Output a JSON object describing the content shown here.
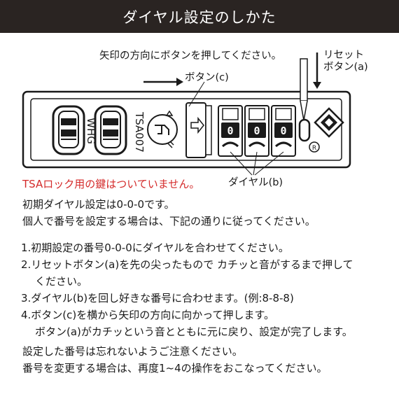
{
  "header": {
    "title": "ダイヤル設定のしかた"
  },
  "diagram": {
    "callout_arrow_direction": "矢印の方向にボタンを押してください。",
    "callout_reset_line1": "リセット",
    "callout_reset_line2": "ボタン(a)",
    "callout_button_c": "ボタン(c)",
    "callout_dial": "ダイヤル(b)",
    "lock_brand": "WHG",
    "lock_model": "TSA007",
    "dial_values": [
      "0",
      "0",
      "0"
    ],
    "registered_mark": "R"
  },
  "notice": "TSAロック用の鍵はついていません。",
  "intro": [
    "初期ダイヤル設定は0-0-0です。",
    "個人で番号を設定する場合は、下記の通りに従ってください。"
  ],
  "steps": [
    {
      "lines": [
        "1.初期設定の番号0-0-0にダイヤルを合わせてください。"
      ]
    },
    {
      "lines": [
        "2.リセットボタン(a)を先の尖ったもので カチッと音がするまで押して",
        "ください。"
      ]
    },
    {
      "lines": [
        "3.ダイヤル(b)を回し好きな番号に合わせます。(例:8-8-8)"
      ]
    },
    {
      "lines": [
        "4.ボタン(c)を横から矢印の方向に向かって押します。",
        "ボタン(a)がカチッという音とともに元に戻り、設定が完了します。"
      ]
    }
  ],
  "notes": [
    "設定した番号は忘れないようご注意ください。",
    "番号を変更する場合は、再度1~4の操作をおこなってください。"
  ],
  "colors": {
    "header_bg": "#2a2422",
    "notice": "#d42a2a",
    "text": "#1a1a1a"
  }
}
